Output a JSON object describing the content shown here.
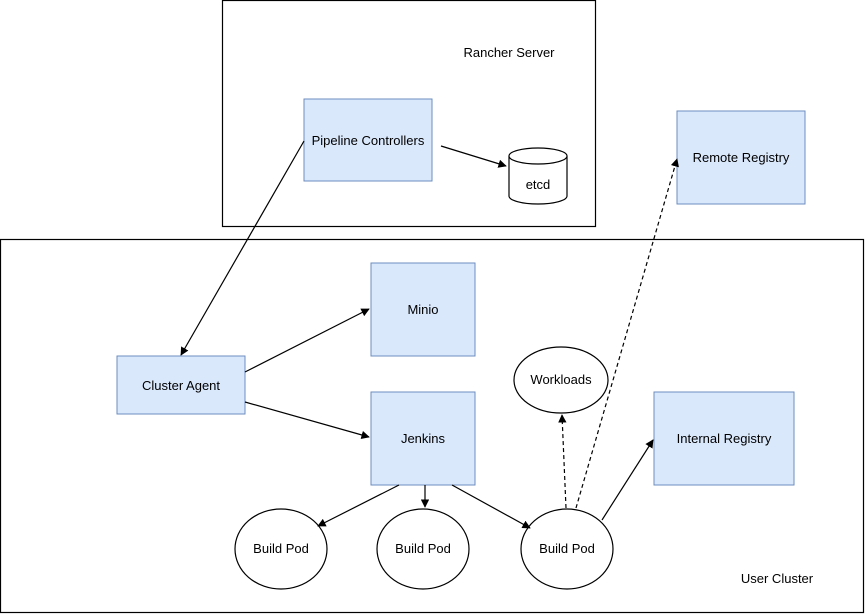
{
  "diagram": {
    "containers": {
      "rancher_server": {
        "label": "Rancher Server"
      },
      "user_cluster": {
        "label": "User Cluster"
      }
    },
    "nodes": {
      "pipeline_controllers": {
        "label": "Pipeline Controllers"
      },
      "etcd": {
        "label": "etcd"
      },
      "remote_registry": {
        "label": "Remote Registry"
      },
      "cluster_agent": {
        "label": "Cluster Agent"
      },
      "minio": {
        "label": "Minio"
      },
      "jenkins": {
        "label": "Jenkins"
      },
      "workloads": {
        "label": "Workloads"
      },
      "internal_registry": {
        "label": "Internal Registry"
      },
      "build_pod_1": {
        "label": "Build Pod"
      },
      "build_pod_2": {
        "label": "Build Pod"
      },
      "build_pod_3": {
        "label": "Build Pod"
      }
    },
    "edges": [
      {
        "from": "Pipeline Controllers",
        "to": "etcd",
        "style": "solid"
      },
      {
        "from": "Pipeline Controllers",
        "to": "Cluster Agent",
        "style": "solid"
      },
      {
        "from": "Cluster Agent",
        "to": "Minio",
        "style": "solid"
      },
      {
        "from": "Cluster Agent",
        "to": "Jenkins",
        "style": "solid"
      },
      {
        "from": "Jenkins",
        "to": "Build Pod",
        "style": "solid"
      },
      {
        "from": "Jenkins",
        "to": "Build Pod",
        "style": "solid"
      },
      {
        "from": "Jenkins",
        "to": "Build Pod",
        "style": "solid"
      },
      {
        "from": "Build Pod",
        "to": "Workloads",
        "style": "dashed"
      },
      {
        "from": "Build Pod",
        "to": "Remote Registry",
        "style": "dashed"
      },
      {
        "from": "Build Pod",
        "to": "Internal Registry",
        "style": "solid"
      }
    ],
    "colors": {
      "node_fill": "#dae8fc",
      "node_stroke": "#6c8ebf",
      "line": "#000000"
    }
  }
}
